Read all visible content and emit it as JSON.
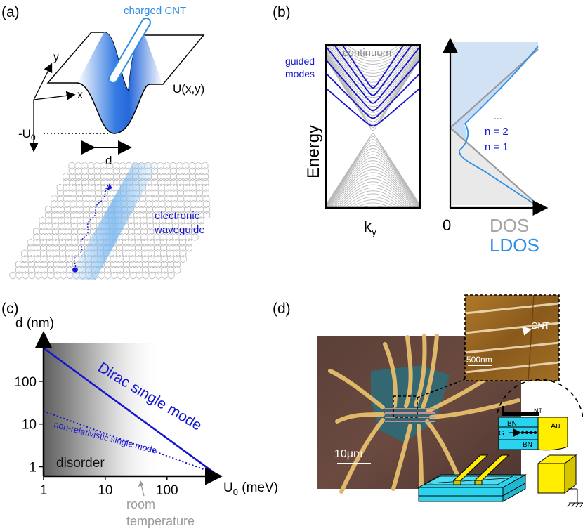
{
  "panels": {
    "a": {
      "label": "(a)",
      "cnt_label": "charged CNT",
      "potential_label": "U(x,y)",
      "axis_x": "x",
      "axis_y": "y",
      "depth_label_base": "-U",
      "depth_label_sub": "0",
      "width_label": "d",
      "waveguide_line1": "electronic",
      "waveguide_line2": "waveguide"
    },
    "b": {
      "label": "(b)",
      "continuum": "continuum",
      "guided_line1": "guided",
      "guided_line2": "modes",
      "energy": "Energy",
      "ky_base": "k",
      "ky_sub": "y",
      "zero": "0",
      "dots": "...",
      "n2": "n = 2",
      "n1": "n = 1",
      "dos": "DOS",
      "ldos": "LDOS"
    },
    "c": {
      "label": "(c)",
      "ylabel": "d (nm)",
      "xlabel_base": "U",
      "xlabel_sub": "0",
      "xlabel_unit": " (meV)",
      "yticks": [
        "100",
        "10",
        "1"
      ],
      "xticks": [
        "1",
        "10",
        "100"
      ],
      "dirac": "Dirac single mode",
      "nonrel": "non-relativistic single mode",
      "disorder": "disorder",
      "room1": "room",
      "room2": "temperature"
    },
    "d": {
      "label": "(d)",
      "cnt": "CNT",
      "scale_small": "500nm",
      "scale_big": "10μm",
      "nt": "NT",
      "bn_top": "BN",
      "au": "Au",
      "g": "G",
      "bn_bottom": "BN"
    }
  },
  "colors": {
    "blue": "#1515d0",
    "light_blue": "#2d8fe6",
    "gray": "#9a9a9a",
    "cyan": "#2ad4ee",
    "yellow": "#ffee00"
  },
  "chart_data": {
    "type": "line",
    "xlabel": "U0 (meV)",
    "ylabel": "d (nm)",
    "xscale": "log",
    "yscale": "log",
    "xlim": [
      1,
      700
    ],
    "ylim": [
      0.6,
      800
    ],
    "xticks": [
      1,
      10,
      100
    ],
    "yticks": [
      1,
      10,
      100
    ],
    "series": [
      {
        "name": "Dirac single mode",
        "style": "solid",
        "x": [
          1,
          600
        ],
        "y": [
          600,
          0.7
        ]
      },
      {
        "name": "non-relativistic single mode",
        "style": "dotted",
        "x": [
          1,
          600
        ],
        "y": [
          20,
          0.7
        ]
      }
    ],
    "annotations": [
      "disorder",
      "room temperature"
    ]
  }
}
